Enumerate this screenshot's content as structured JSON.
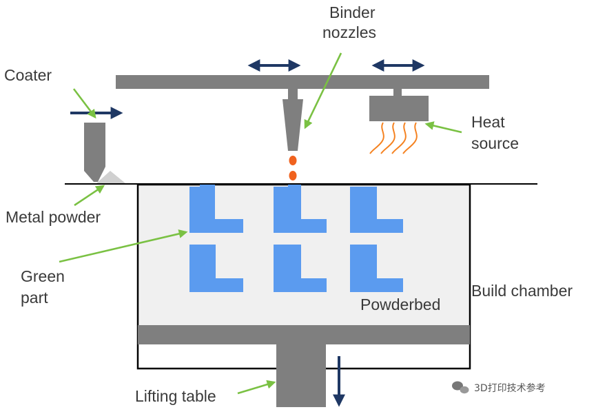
{
  "labels": {
    "coater": "Coater",
    "binder_line1": "Binder",
    "binder_line2": "nozzles",
    "heat_line1": "Heat",
    "heat_line2": "source",
    "metal_powder": "Metal powder",
    "green_line1": "Green",
    "green_line2": "part",
    "build_chamber": "Build chamber",
    "powderbed": "Powderbed",
    "lifting_table": "Lifting table"
  },
  "watermark": {
    "text": "3D打印技术参考",
    "icon": "wechat-icon"
  },
  "colors": {
    "machine_gray": "#7f7f7f",
    "part_blue": "#5b9bef",
    "powder_fill": "#f0f0f0",
    "arrow_navy": "#1f3864",
    "pointer_green": "#7ac143",
    "binder_drop": "#f0621e",
    "heat_wave": "#f58220",
    "outline": "#000000"
  },
  "icons": {
    "motion_arrow": "double-headed-arrow",
    "direction_arrow": "right-arrow",
    "down_arrow": "down-arrow"
  }
}
